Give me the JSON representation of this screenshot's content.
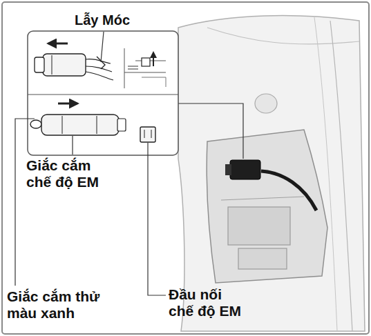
{
  "diagram": {
    "labels": [
      "Lẫy Móc",
      "Giắc cắm chế độ EM",
      "Giắc cắm thử màu xanh",
      "Đầu nối chế độ EM"
    ]
  }
}
